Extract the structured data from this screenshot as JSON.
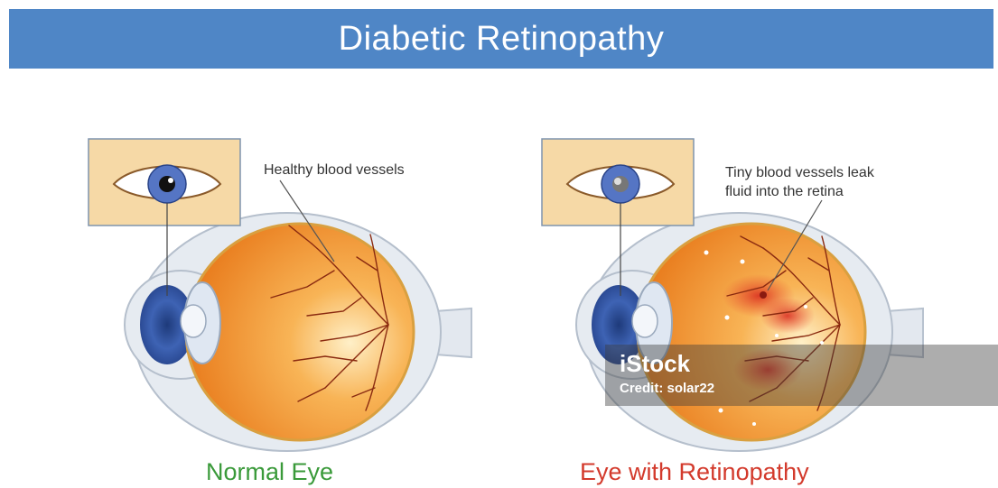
{
  "title": "Diabetic Retinopathy",
  "panels": {
    "normal": {
      "caption": "Normal Eye",
      "callout_lines": [
        "Healthy blood vessels"
      ]
    },
    "retinopathy": {
      "caption": "Eye with Retinopathy",
      "callout_lines": [
        "Tiny blood vessels leak",
        "fluid into the retina"
      ]
    }
  },
  "watermark": {
    "logo": "iStock",
    "credit": "Credit: solar22"
  },
  "colors": {
    "banner": "#4f86c6",
    "normal_caption": "#3a9a3a",
    "retinopathy_caption": "#d33a2c",
    "inset_background": "#f6d9a6",
    "retina_orange": "#f08a22",
    "blood_vessel": "#8a2a10",
    "iris_blue": "#3e63b4"
  },
  "icons": [
    "normal-eye-icon",
    "retinopathy-eye-icon"
  ]
}
